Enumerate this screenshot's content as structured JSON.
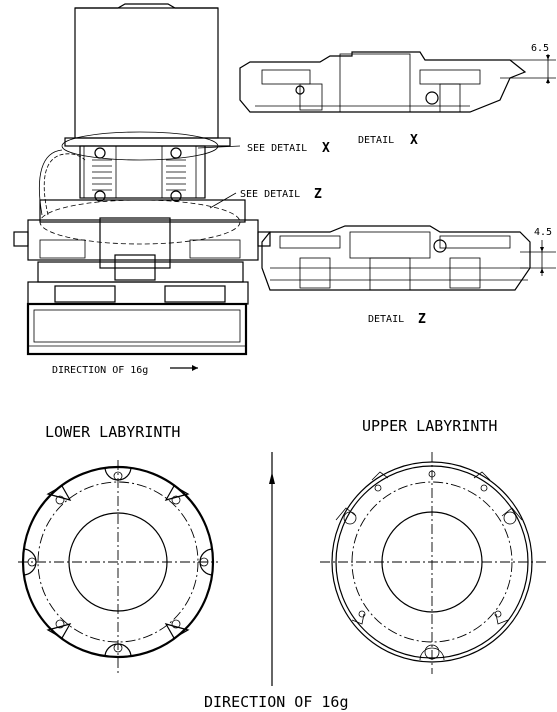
{
  "labels": {
    "see_detail_x": "SEE DETAIL",
    "see_detail_x_letter": "X",
    "see_detail_z": "SEE DETAIL",
    "see_detail_z_letter": "Z",
    "detail_x": "DETAIL",
    "detail_x_letter": "X",
    "detail_z": "DETAIL",
    "detail_z_letter": "Z",
    "dim_x": "6.5",
    "dim_z": "4.5",
    "direction_top": "DIRECTION OF 16g",
    "lower_labyrinth": "LOWER LABYRINTH",
    "upper_labyrinth": "UPPER LABYRINTH",
    "direction_bottom": "DIRECTION OF 16g"
  }
}
